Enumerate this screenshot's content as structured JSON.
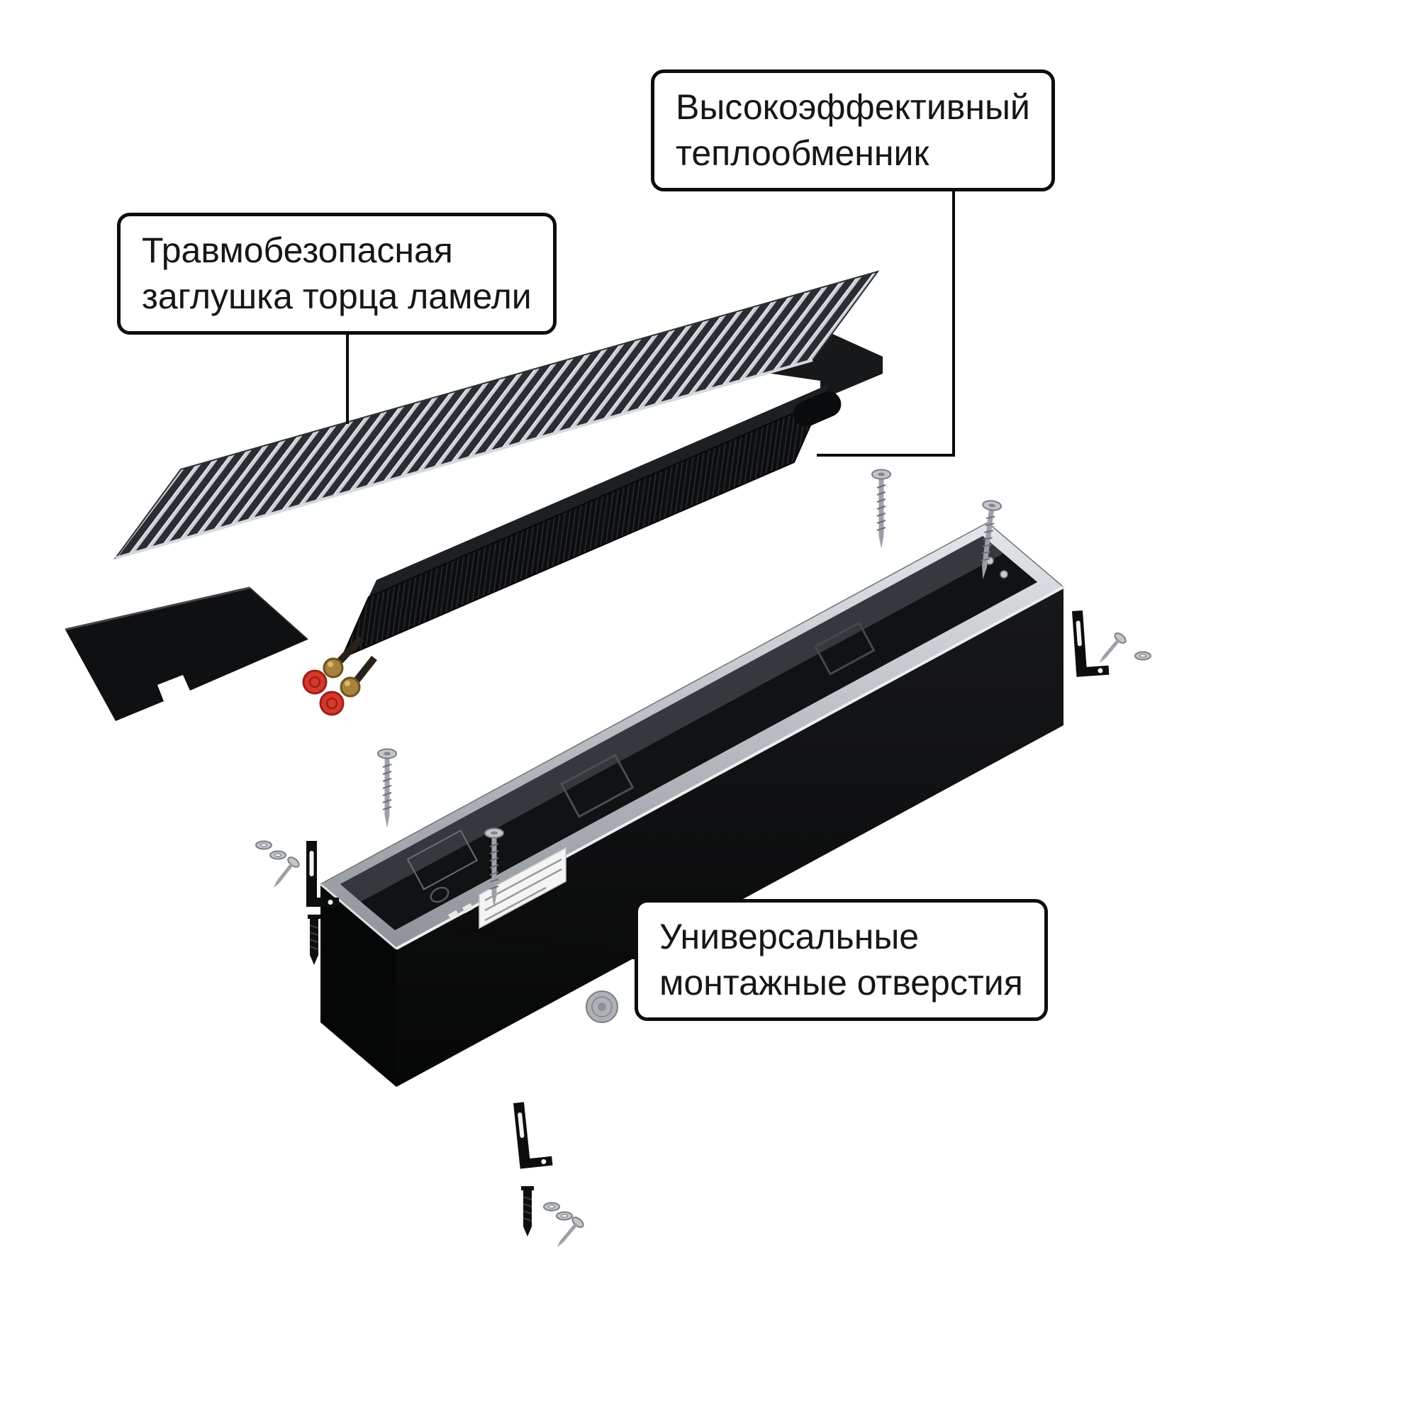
{
  "callouts": {
    "heat_exchanger": {
      "line1": "Высокоэффективный",
      "line2": "теплообменник"
    },
    "lamella_cap": {
      "line1": "Травмобезопасная",
      "line2": "заглушка торца ламели"
    },
    "mounting_holes": {
      "line1": "Универсальные",
      "line2": "монтажные отверстия"
    }
  },
  "colors": {
    "background": "#ffffff",
    "callout_border": "#0d0d0d",
    "grille_silver": "#c9ced4",
    "grille_dark": "#2a2d31",
    "part_black": "#0c0d0e",
    "rim_silver": "#c6cacf",
    "valve_cap_red": "#d8372c",
    "fitting_brass": "#a8823c"
  }
}
